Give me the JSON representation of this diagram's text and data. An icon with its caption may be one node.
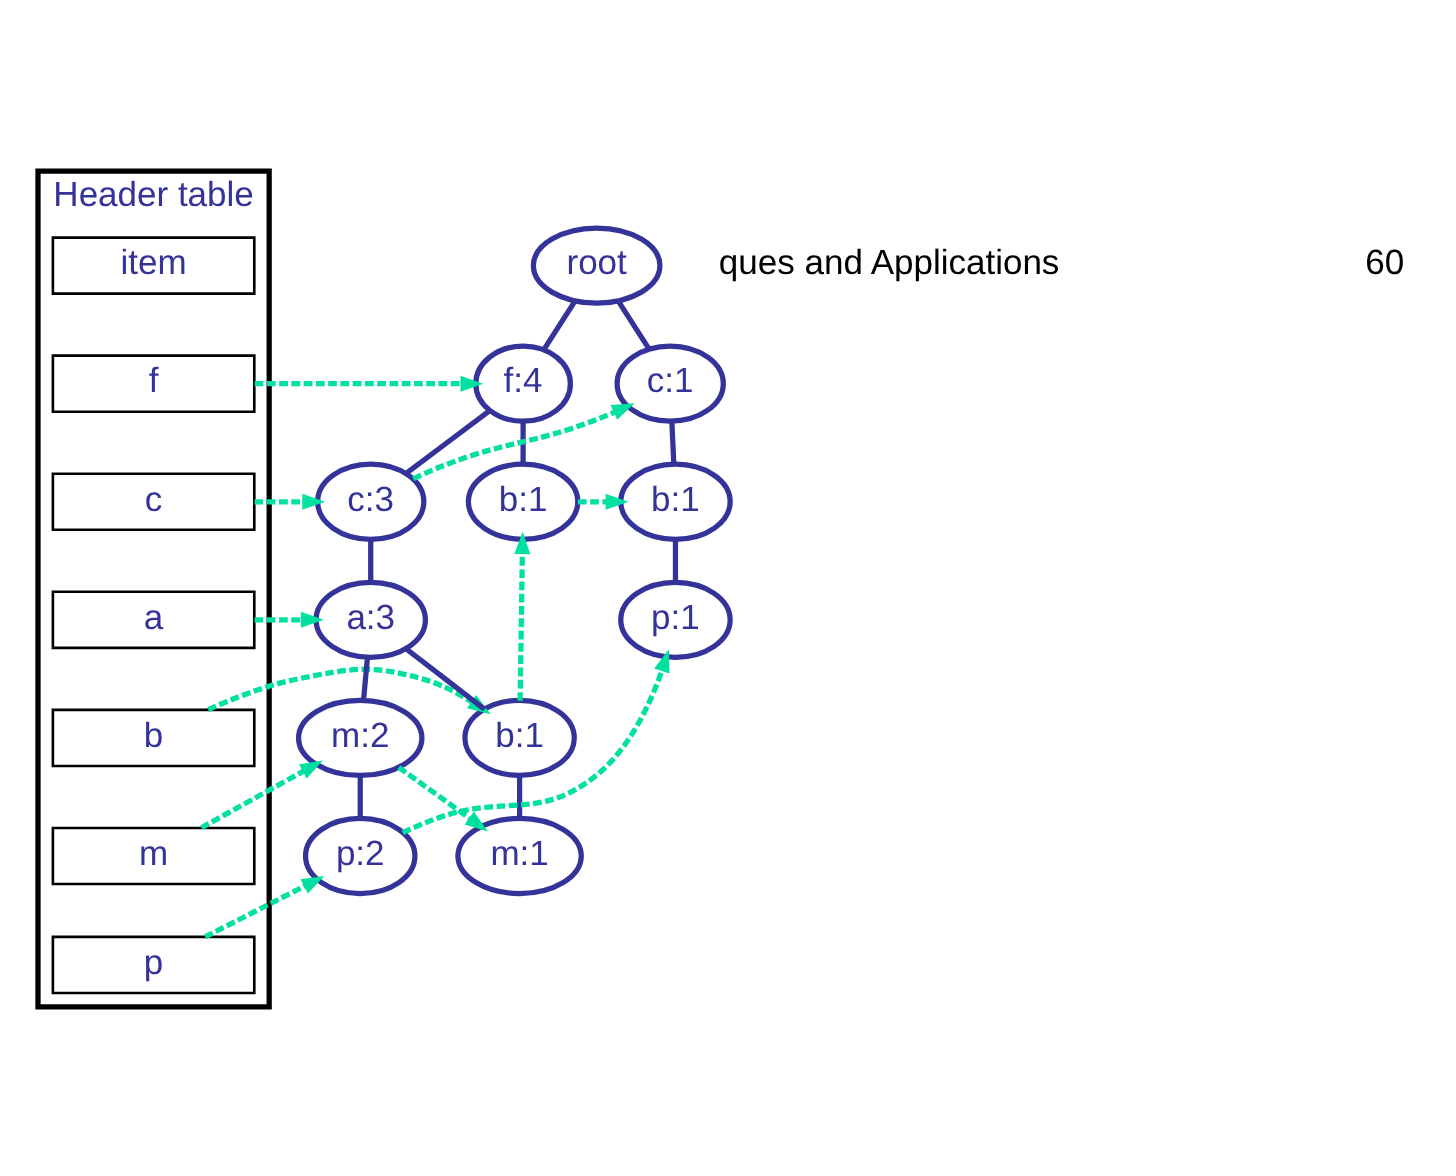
{
  "diagram": {
    "nodes": [
      {
        "text": [
          "Header table"
        ]
      },
      {
        "text": [
          "item"
        ],
        "in": 0
      },
      {
        "text": [
          "f"
        ],
        "in": 0
      },
      {
        "text": [
          "c"
        ],
        "in": 0
      },
      {
        "text": [
          "a"
        ],
        "in": 0
      },
      {
        "text": [
          "b"
        ],
        "in": 0
      },
      {
        "text": [
          "m"
        ],
        "in": 0
      },
      {
        "text": [
          "p"
        ],
        "in": 0
      },
      {
        "text": [
          "root"
        ]
      },
      {
        "text": [
          "f:4"
        ]
      },
      {
        "text": [
          "c:1"
        ]
      },
      {
        "text": [
          "c:3"
        ]
      },
      {
        "text": [
          "b:1"
        ]
      },
      {
        "text": [
          "b:1"
        ]
      },
      {
        "text": [
          "a:3"
        ]
      },
      {
        "text": [
          "p:1"
        ]
      },
      {
        "text": [
          "m:2"
        ]
      },
      {
        "text": [
          "b:1"
        ]
      },
      {
        "text": [
          "p:2"
        ]
      },
      {
        "text": [
          "m:1"
        ]
      }
    ],
    "edges": [
      {
        "from": 8,
        "to": 9,
        "arrow": "none",
        "color": "#333399"
      },
      {
        "from": 8,
        "to": 10,
        "arrow": "none",
        "color": "#333399"
      },
      {
        "from": 9,
        "to": 11,
        "arrow": "none",
        "color": "#333399"
      },
      {
        "from": 9,
        "to": 12,
        "arrow": "none",
        "color": "#333399"
      },
      {
        "from": 10,
        "to": 13,
        "arrow": "none",
        "color": "#333399"
      },
      {
        "from": 11,
        "to": 14,
        "arrow": "none",
        "color": "#333399"
      },
      {
        "from": 13,
        "to": 15,
        "arrow": "none",
        "color": "#333399"
      },
      {
        "from": 14,
        "to": 16,
        "arrow": "none",
        "color": "#333399"
      },
      {
        "from": 14,
        "to": 17,
        "arrow": "none",
        "color": "#333399"
      },
      {
        "from": 16,
        "to": 18,
        "arrow": "none",
        "color": "#333399"
      },
      {
        "from": 17,
        "to": 19,
        "arrow": "none",
        "color": "#333399"
      },
      {
        "from": 2,
        "to": 9,
        "arrow": "to",
        "style": "dashed",
        "color": "#00e0a0"
      },
      {
        "from": 3,
        "to": 11,
        "arrow": "to",
        "style": "dashed",
        "color": "#00e0a0"
      },
      {
        "from": 11,
        "to": 10,
        "arrow": "to",
        "style": "dashed",
        "color": "#00e0a0"
      },
      {
        "from": 4,
        "to": 14,
        "arrow": "to",
        "style": "dashed",
        "color": "#00e0a0"
      },
      {
        "from": 5,
        "to": 17,
        "arrow": "to",
        "style": "dashed",
        "color": "#00e0a0"
      },
      {
        "from": 17,
        "to": 12,
        "arrow": "to",
        "style": "dashed",
        "color": "#00e0a0"
      },
      {
        "from": 12,
        "to": 13,
        "arrow": "to",
        "style": "dashed",
        "color": "#00e0a0"
      },
      {
        "from": 6,
        "to": 16,
        "arrow": "to",
        "style": "dashed",
        "color": "#00e0a0"
      },
      {
        "from": 16,
        "to": 19,
        "arrow": "to",
        "style": "dashed",
        "color": "#00e0a0"
      },
      {
        "from": 7,
        "to": 18,
        "arrow": "to",
        "style": "dashed",
        "color": "#00e0a0"
      },
      {
        "from": 18,
        "to": 15,
        "arrow": "to",
        "style": "dashed",
        "color": "#00e0a0"
      }
    ],
    "labels": [
      "ques and Applications",
      "60"
    ]
  }
}
